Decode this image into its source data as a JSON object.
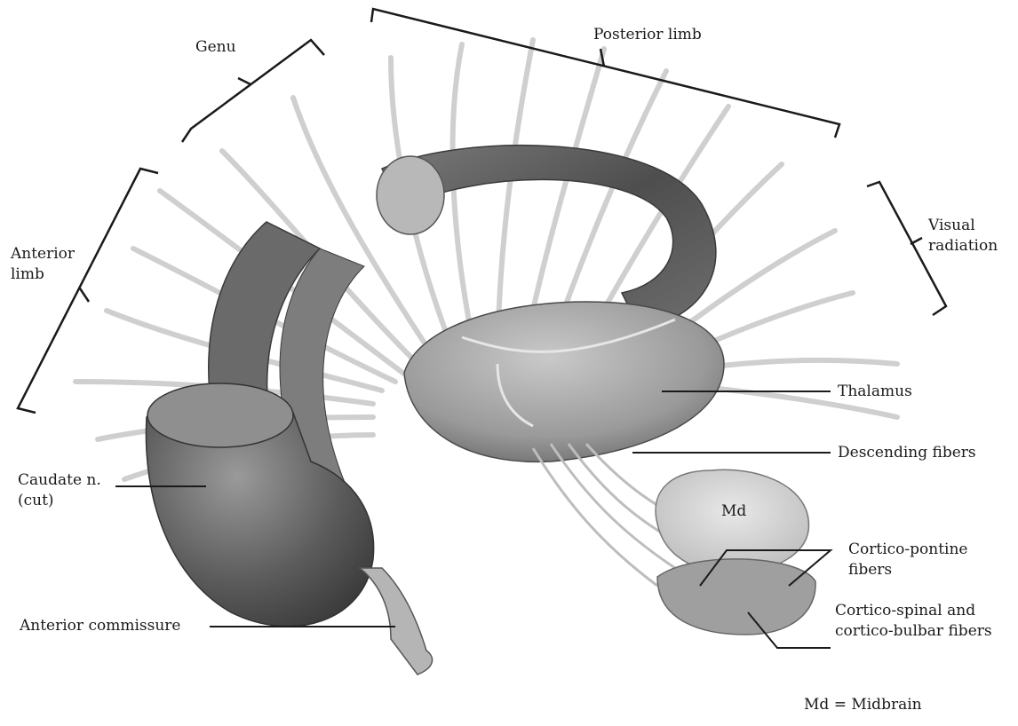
{
  "labels": {
    "genu": "Genu",
    "posterior_limb": "Posterior limb",
    "anterior_limb_1": "Anterior",
    "anterior_limb_2": "limb",
    "visual_radiation_1": "Visual",
    "visual_radiation_2": "radiation",
    "thalamus": "Thalamus",
    "descending_fibers": "Descending fibers",
    "caudate_1": "Caudate n.",
    "caudate_2": "(cut)",
    "md": "Md",
    "cortico_pontine_1": "Cortico-pontine",
    "cortico_pontine_2": "fibers",
    "anterior_commissure": "Anterior commissure",
    "cortico_spinal_1": "Cortico-spinal and",
    "cortico_spinal_2": "cortico-bulbar fibers",
    "legend": "Md = Midbrain"
  },
  "colors": {
    "ink": "#1a1a1a",
    "dark_structure": "#555555",
    "mid_structure": "#8c8c8c",
    "light_structure": "#c8c8c8",
    "fiber": "#d9d9d9"
  }
}
